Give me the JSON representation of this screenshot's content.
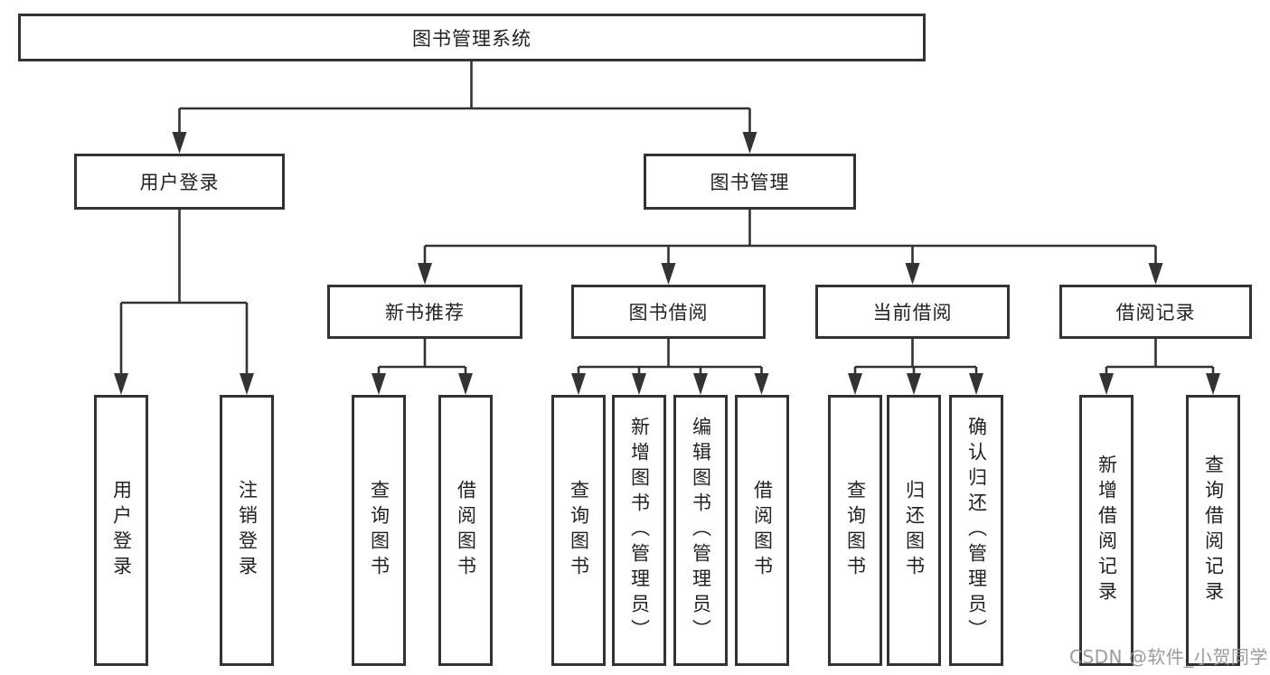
{
  "title": {
    "label": "图书管理系统"
  },
  "level2": {
    "user_login": {
      "label": "用户登录"
    },
    "book_mgmt": {
      "label": "图书管理"
    }
  },
  "level3": {
    "new_books": {
      "label": "新书推荐"
    },
    "book_borrow": {
      "label": "图书借阅"
    },
    "current_borrow": {
      "label": "当前借阅"
    },
    "borrow_records": {
      "label": "借阅记录"
    }
  },
  "leaves": {
    "user_login": [
      "用户登录",
      "注销登录"
    ],
    "new_books": [
      "查询图书",
      "借阅图书"
    ],
    "book_borrow": [
      "查询图书",
      "新增图书（管理员）",
      "编辑图书（管理员）",
      "借阅图书"
    ],
    "current_borrow": [
      "查询图书",
      "归还图书",
      "确认归还（管理员）"
    ],
    "borrow_records": [
      "新增借阅记录",
      "查询借阅记录"
    ]
  },
  "watermark": {
    "text": "CSDN @软件_小贺同学"
  },
  "colors": {
    "line": "#333333",
    "text": "#222222",
    "background": "#ffffff",
    "watermark": "#9b9b9b"
  }
}
